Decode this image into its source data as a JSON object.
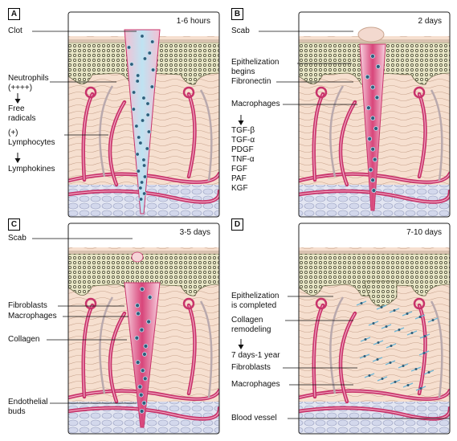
{
  "panels": [
    {
      "id": "A",
      "time": "1-6 hours",
      "labels": [
        "Clot",
        "Neutrophils\n(++++)",
        "Free\nradicals",
        "(+)\nLymphocytes",
        "Lymphokines"
      ]
    },
    {
      "id": "B",
      "time": "2 days",
      "labels": [
        "Scab",
        "Epithelization\nbegins",
        "Fibronectin",
        "Macrophages"
      ],
      "factors": [
        "TGF-β",
        "TGF-α",
        "PDGF",
        "TNF-α",
        "FGF",
        "PAF",
        "KGF"
      ]
    },
    {
      "id": "C",
      "time": "3-5 days",
      "labels": [
        "Scab",
        "Fibroblasts",
        "Macrophages",
        "Collagen",
        "Endothelial\nbuds"
      ]
    },
    {
      "id": "D",
      "time": "7-10 days",
      "labels": [
        "Epithelization\nis completed",
        "Collagen\nremodeling",
        "7 days-1 year",
        "Fibroblasts",
        "Macrophages",
        "Blood vessel"
      ]
    }
  ],
  "colors": {
    "vessel": "#c8336a",
    "vessel_light": "#f4c6d6",
    "dermis": "#f3dccc",
    "epidermis": "#e9e7c9",
    "fat": "#cfd3e6",
    "clot": "#cfe6f2"
  }
}
